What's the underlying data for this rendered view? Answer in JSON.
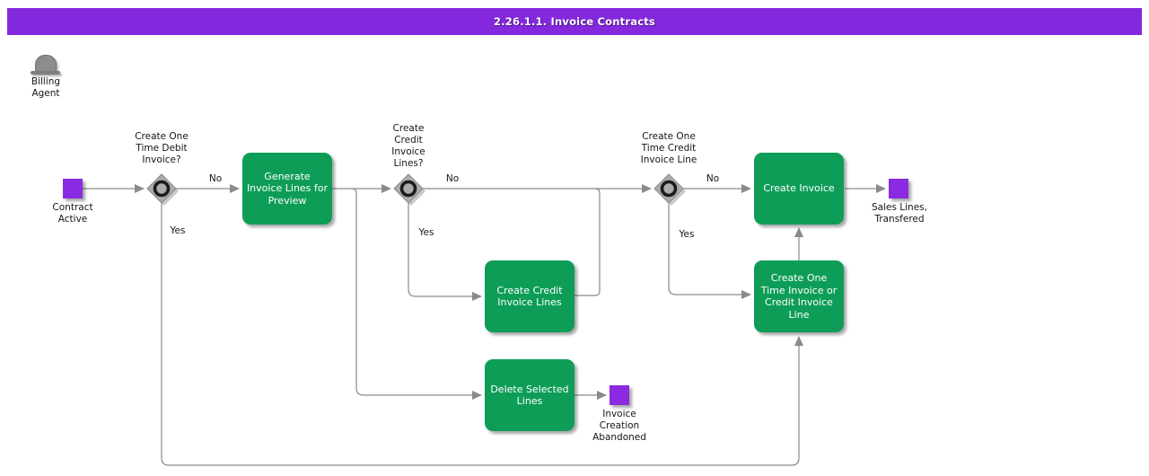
{
  "title": "2.26.1.1. Invoice Contracts",
  "colors": {
    "c-header": "#8428DE",
    "c-purple": "#8A2BE2",
    "c-green": "#0E9D57",
    "c-line": "#8a8a8a",
    "c-diamond": "#acacac"
  },
  "actor": {
    "label": "Billing\nAgent"
  },
  "nodes": {
    "contract_active": "Contract\nActive",
    "generate_invoice_lines": "Generate\nInvoice Lines for\nPreview",
    "create_credit_invoice_lines": "Create Credit\nInvoice Lines",
    "delete_selected_lines": "Delete Selected\nLines",
    "create_invoice": "Create Invoice",
    "create_one_time_invoice": "Create One\nTime Invoice or\nCredit Invoice\nLine",
    "sales_lines_transfered": "Sales Lines,\nTransfered",
    "invoice_creation_abandoned": "Invoice\nCreation\nAbandoned"
  },
  "decisions": {
    "d1": "Create One\nTime Debit\nInvoice?",
    "d2": "Create\nCredit\nInvoice\nLines?",
    "d3": "Create One\nTime Credit\nInvoice Line"
  },
  "edge_labels": {
    "d1_no": "No",
    "d1_yes": "Yes",
    "d2_no": "No",
    "d2_yes": "Yes",
    "d3_no": "No",
    "d3_yes": "Yes"
  }
}
